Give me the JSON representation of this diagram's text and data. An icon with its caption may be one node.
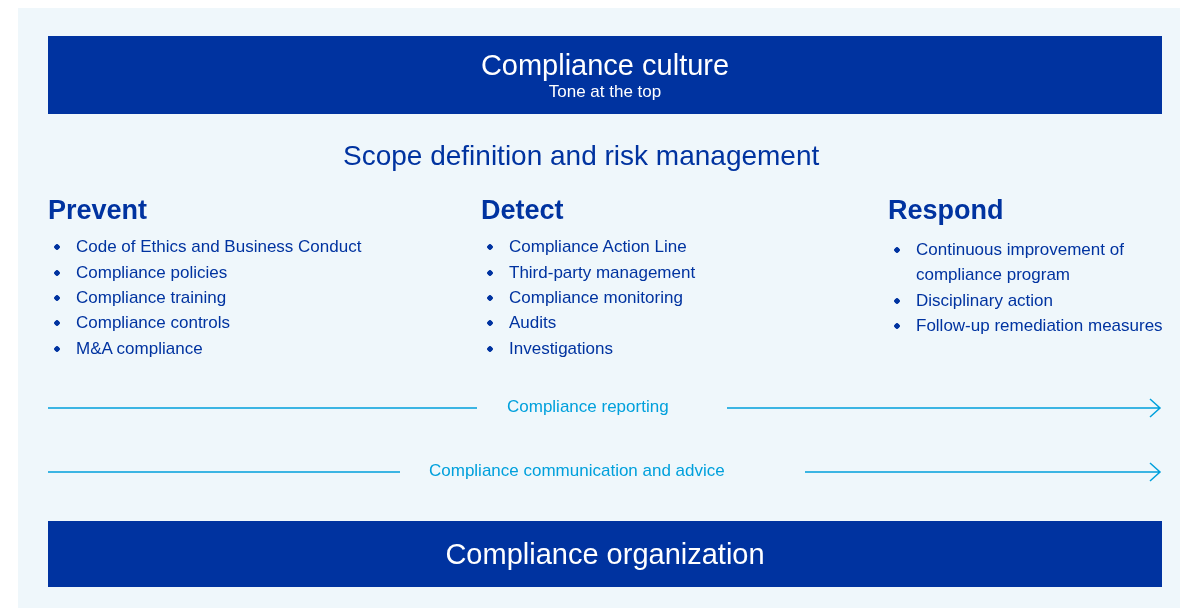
{
  "diagram": {
    "nodes": [
      {
        "text": [
          "Compliance culture",
          "Tone at the top"
        ]
      },
      {
        "text": [
          "Compliance organization"
        ]
      }
    ],
    "labels": [
      "Scope definition and risk management",
      "Prevent",
      "Code of Ethics and Business Conduct",
      "Compliance policies",
      "Compliance training",
      "Compliance controls",
      "M&A compliance",
      "Detect",
      "Compliance Action Line",
      "Third-party management",
      "Compliance monitoring",
      "Audits",
      "Investigations",
      "Respond",
      "Continuous improvement of compliance program",
      "Disciplinary action",
      "Follow-up remediation measures",
      "Compliance reporting",
      "Compliance communication and advice"
    ]
  }
}
